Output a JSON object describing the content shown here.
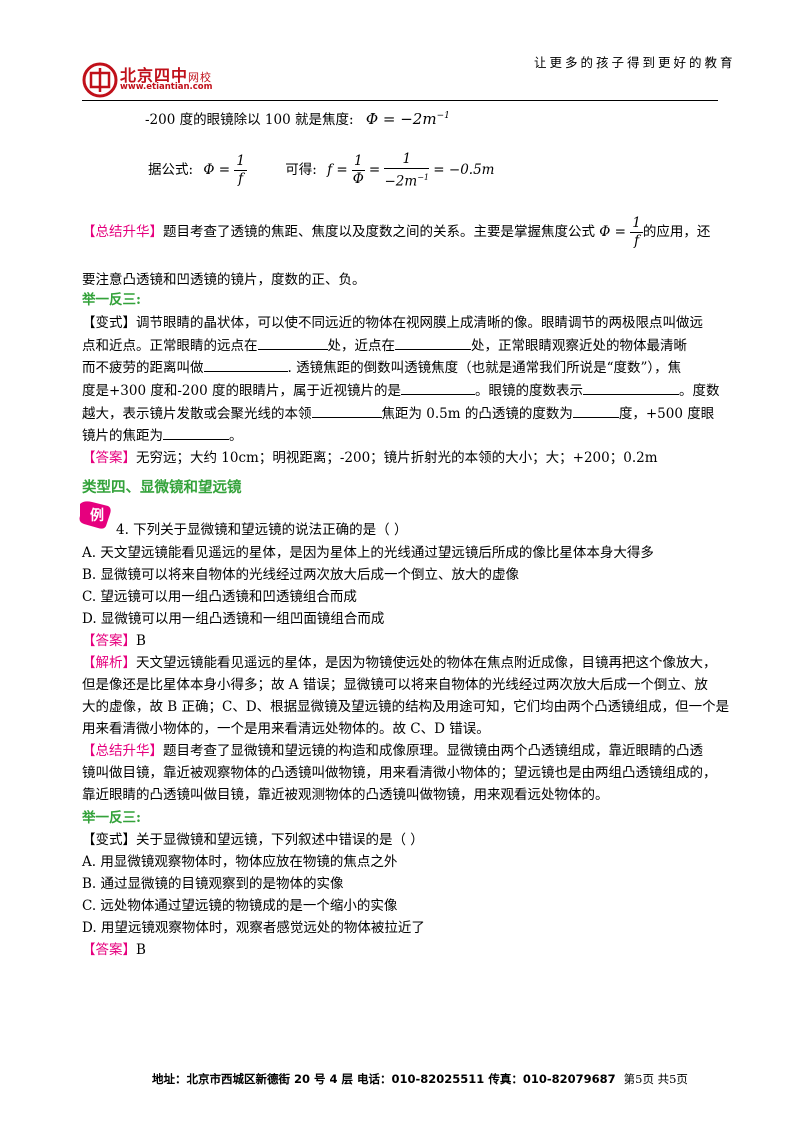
{
  "header": {
    "logo_text": "北京四中",
    "logo_suffix": "网校",
    "logo_url": "www.etiantian.com",
    "slogan": "让更多的孩子得到更好的教育"
  },
  "sol": {
    "line1": "-200 度的眼镜除以 100 就是焦度:",
    "f1_lhs": "Φ = −2m",
    "f1_exp": "−1",
    "label_formula": "据公式:",
    "f2_lhs": "Φ =",
    "f2_num": "1",
    "f2_den": "f",
    "label_get": "可得:",
    "f3_lhs": "f =",
    "f3_num1": "1",
    "f3_den1": "Φ",
    "f3_eq": "=",
    "f3_num2": "1",
    "f3_den2": "−2m",
    "f3_den2_exp": "−1",
    "f3_rhs": "= −0.5m"
  },
  "summary1": {
    "tag": "【总结升华】",
    "text1": "题目考查了透镜的焦距、焦度以及度数之间的关系。主要是掌握焦度公式",
    "f_lhs": "Φ =",
    "f_num": "1",
    "f_den": "f",
    "text2": "的应用，还",
    "text3": "要注意凸透镜和凹透镜的镜片，度数的正、负。"
  },
  "jyfs1": "举一反三:",
  "variant1": {
    "l1": "【变式】调节眼睛的晶状体，可以使不同远近的物体在视网膜上成清晰的像。眼睛调节的两极限点叫做远",
    "l2a": "点和近点。正常眼睛的远点在",
    "l2b": "处，近点在",
    "l2c": "处，正常眼睛观察近处的物体最清晰",
    "l3a": "而不疲劳的距离叫做",
    "l3b": ". 透镜焦距的倒数叫透镜焦度（也就是通常我们所说是“度数”），焦",
    "l4a": "度是+300 度和-200 度的眼睛片，属于近视镜片的是",
    "l4b": "。眼镜的度数表示",
    "l4c": "。度数",
    "l5a": "越大，表示镜片发散或会聚光线的本领",
    "l5b": "焦距为 0.5m 的凸透镜的度数为",
    "l5c": "度，+500 度眼",
    "l6a": "镜片的焦距为",
    "l6b": "。"
  },
  "answer1": {
    "tag": "【答案】",
    "text": "无穷远；大约 10cm；明视距离；-200；镜片折射光的本领的大小；大；+200；0.2m"
  },
  "section": "类型四、显微镜和望远镜",
  "example_badge": "例",
  "q4": {
    "stem": "4. 下列关于显微镜和望远镜的说法正确的是（      ）",
    "A": "A. 天文望远镜能看见遥远的星体，是因为星体上的光线通过望远镜后所成的像比星体本身大得多",
    "B": "B. 显微镜可以将来自物体的光线经过两次放大后成一个倒立、放大的虚像",
    "C": "C. 望远镜可以用一组凸透镜和凹透镜组合而成",
    "D": "D. 显微镜可以用一组凸透镜和一组凹面镜组合而成"
  },
  "answer2": {
    "tag": "【答案】",
    "text": "B"
  },
  "analysis": {
    "tag": "【解析】",
    "l1": "天文望远镜能看见遥远的星体，是因为物镜使远处的物体在焦点附近成像，目镜再把这个像放大，",
    "l2": "但是像还是比星体本身小得多；故 A 错误；显微镜可以将来自物体的光线经过两次放大后成一个倒立、放",
    "l3": "大的虚像，故 B 正确；C、D、根据显微镜及望远镜的结构及用途可知，它们均由两个凸透镜组成，但一个是",
    "l4": "用来看清微小物体的，一个是用来看清远处物体的。故 C、D 错误。"
  },
  "summary2": {
    "tag": "【总结升华】",
    "l1": "题目考查了显微镜和望远镜的构造和成像原理。显微镜由两个凸透镜组成，靠近眼睛的凸透",
    "l2": "镜叫做目镜，靠近被观察物体的凸透镜叫做物镜，用来看清微小物体的；望远镜也是由两组凸透镜组成的，",
    "l3": "靠近眼睛的凸透镜叫做目镜，靠近被观测物体的凸透镜叫做物镜，用来观看远处物体的。"
  },
  "jyfs2": "举一反三:",
  "variant2": {
    "stem": "【变式】关于显微镜和望远镜，下列叙述中错误的是（      ）",
    "A": "A. 用显微镜观察物体时，物体应放在物镜的焦点之外",
    "B": "B. 通过显微镜的目镜观察到的是物体的实像",
    "C": "C. 远处物体通过望远镜的物镜成的是一个缩小的实像",
    "D": "D. 用望远镜观察物体时，观察者感觉远处的物体被拉近了"
  },
  "answer3": {
    "tag": "【答案】",
    "text": "B"
  },
  "footer": {
    "addr": "地址：北京市西城区新德街 20 号 4 层  电话：010-82025511  传真：010-82079687",
    "page": "第5页  共5页"
  }
}
